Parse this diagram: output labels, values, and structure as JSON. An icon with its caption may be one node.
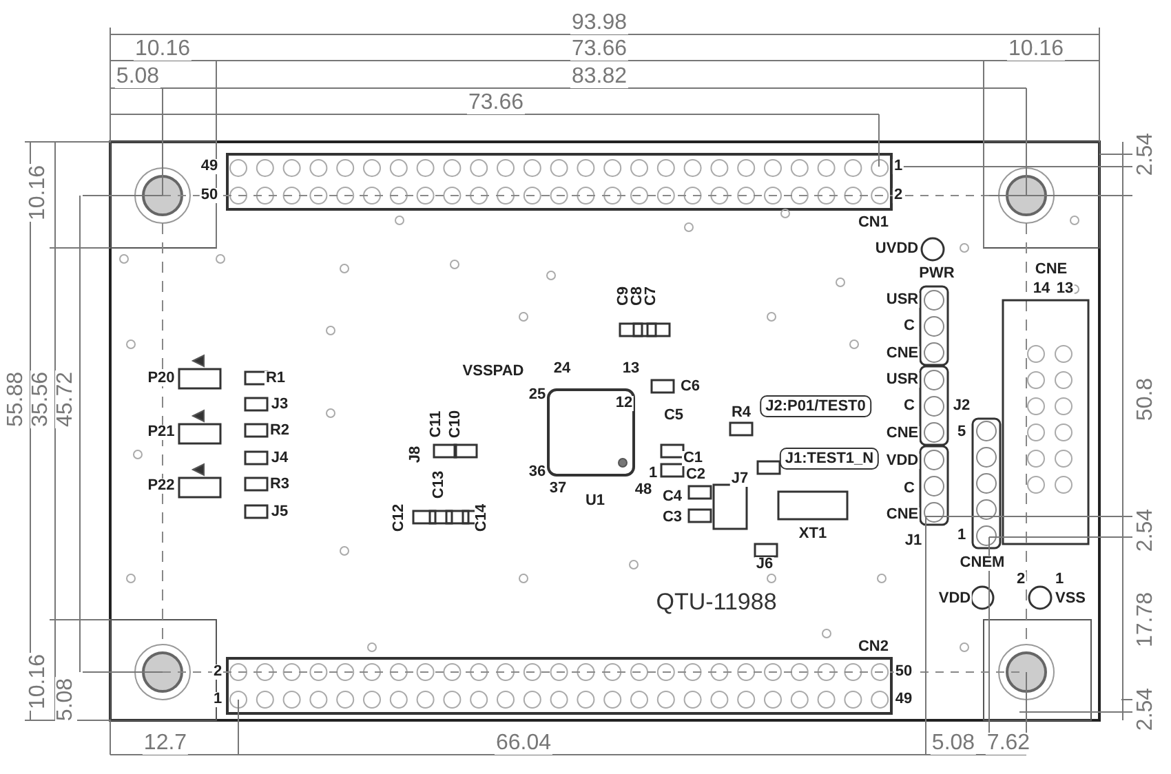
{
  "diagram": {
    "nodes": [
      {
        "text": [
          "J2:P01/TEST0"
        ]
      },
      {
        "text": [
          "J1:TEST1_N"
        ]
      }
    ],
    "labels": [
      "93.98",
      "10.16",
      "73.66",
      "10.16",
      "5.08",
      "83.82",
      "73.66",
      "2.54",
      "10.16",
      "49",
      "1",
      "50",
      "2",
      "CN1",
      "UVDD",
      "PWR",
      "CNE",
      "14",
      "13",
      "C9",
      "C8",
      "C7",
      "USR",
      "C",
      "CNE",
      "P20",
      "R1",
      "VSSPAD",
      "24",
      "13",
      "C6",
      "USR",
      "55.88",
      "35.56",
      "45.72",
      "50.8",
      "25",
      "J3",
      "12",
      "C",
      "J2",
      "C5",
      "R4",
      "P21",
      "R2",
      "C11",
      "C10",
      "CNE",
      "5",
      "J4",
      "J8",
      "C1",
      "VDD",
      "36",
      "1",
      "C2",
      "J7",
      "P22",
      "R3",
      "C13",
      "37",
      "48",
      "C",
      "U1",
      "C4",
      "J5",
      "C12",
      "C14",
      "C3",
      "CNE",
      "XT1",
      "2.54",
      "J1",
      "1",
      "J6",
      "CNEM",
      "2",
      "1",
      "VDD",
      "VSS",
      "QTU-11988",
      "17.78",
      "CN2",
      "2",
      "50",
      "10.16",
      "5.08",
      "1",
      "49",
      "2.54",
      "12.7",
      "66.04",
      "5.08",
      "7.62"
    ]
  }
}
